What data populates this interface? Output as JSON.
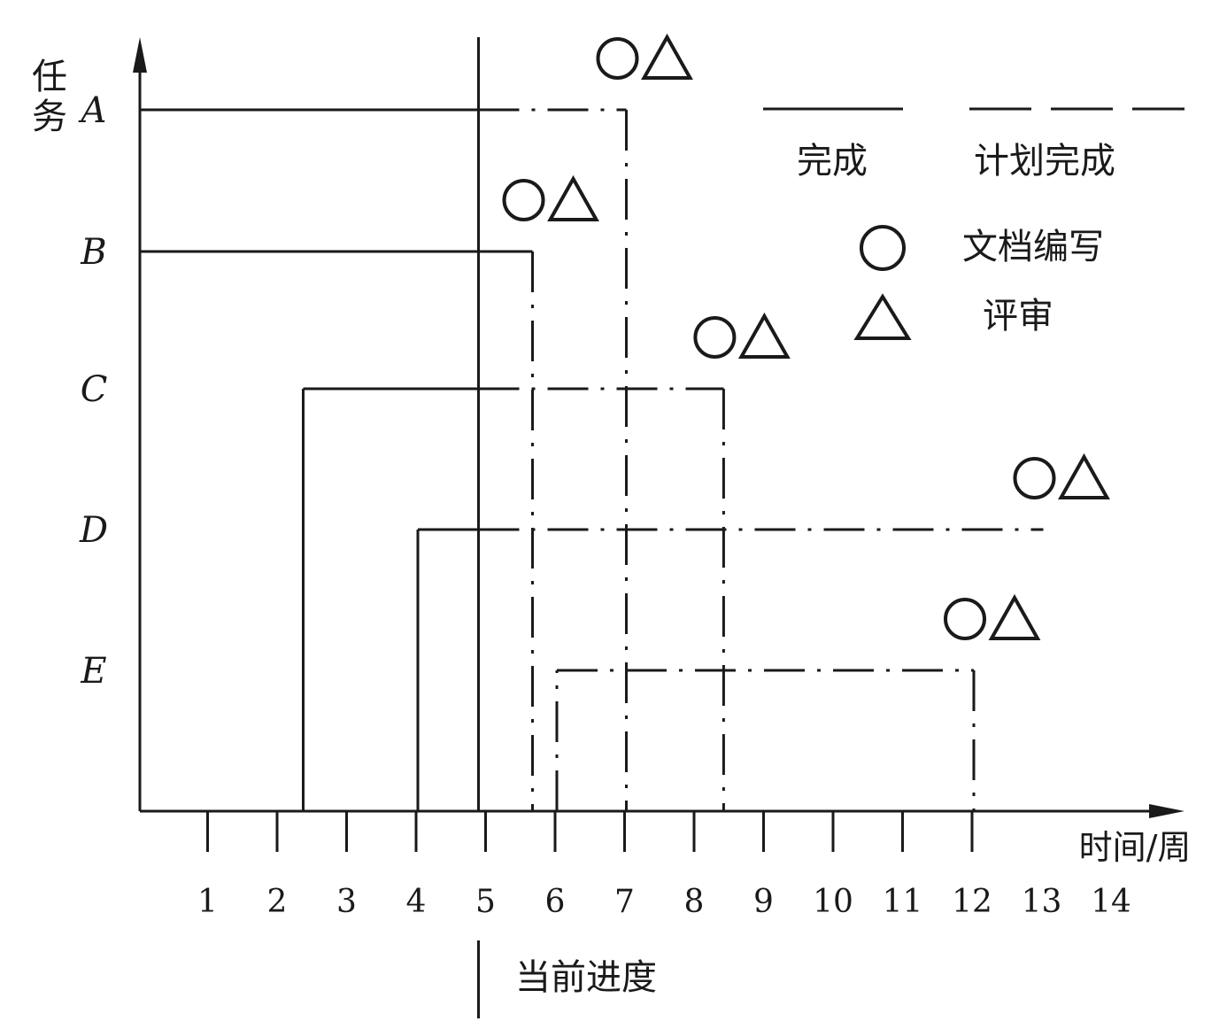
{
  "chart_data": {
    "type": "gantt",
    "y_axis_label": "任务",
    "x_axis_label": "时间/周",
    "x_ticks": [
      1,
      2,
      3,
      4,
      5,
      6,
      7,
      8,
      9,
      10,
      11,
      12,
      13,
      14
    ],
    "current_progress": {
      "week": 5,
      "label": "当前进度"
    },
    "legend": {
      "done": "完成",
      "planned": "计划完成",
      "doc": "文档编写",
      "review": "评审"
    },
    "tasks": [
      {
        "name": "A",
        "start": 0,
        "done_until": 5,
        "planned_end": 7,
        "milestone_at": 7
      },
      {
        "name": "B",
        "start": 0,
        "done_until": 5.65,
        "planned_end": 5.65,
        "milestone_at": 5.65
      },
      {
        "name": "C",
        "start": 2.35,
        "done_until": 5,
        "planned_end": 8.4,
        "milestone_at": 8.4
      },
      {
        "name": "D",
        "start": 4,
        "done_until": 5,
        "planned_end": 13,
        "milestone_at": 13
      },
      {
        "name": "E",
        "start": 6,
        "done_until": 6,
        "planned_end": 12,
        "milestone_at": 12
      }
    ]
  }
}
